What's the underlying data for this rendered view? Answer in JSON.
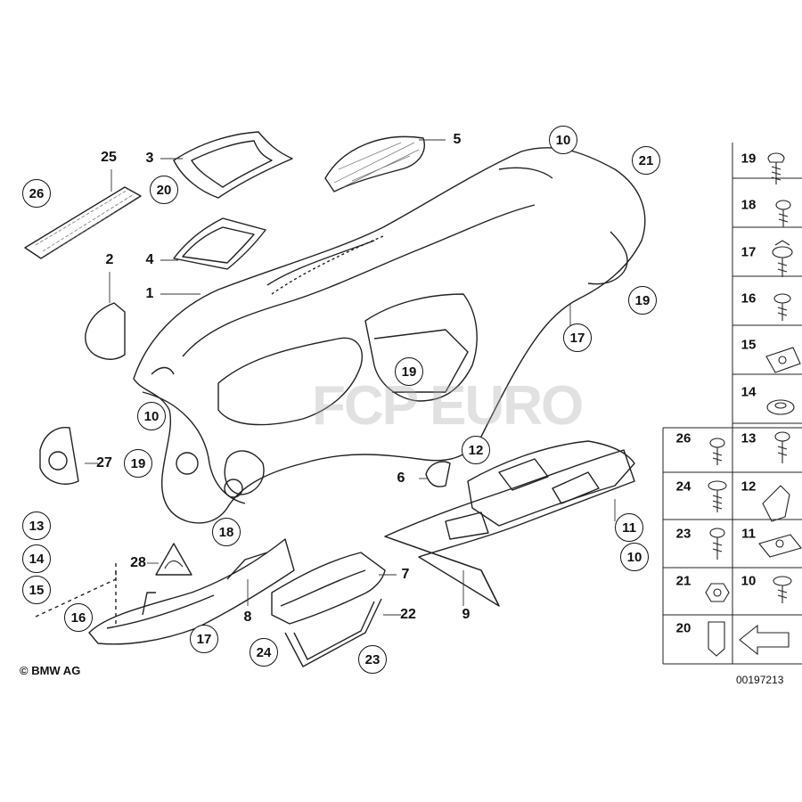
{
  "callouts": {
    "c1": "1",
    "c2": "2",
    "c3": "3",
    "c4": "4",
    "c5": "5",
    "c6": "6",
    "c7": "7",
    "c8": "8",
    "c9": "9",
    "c10a": "10",
    "c10b": "10",
    "c10c": "10",
    "c11": "11",
    "c12": "12",
    "c13": "13",
    "c14": "14",
    "c15": "15",
    "c16": "16",
    "c17a": "17",
    "c17b": "17",
    "c18": "18",
    "c19a": "19",
    "c19b": "19",
    "c19c": "19",
    "c20": "20",
    "c21": "21",
    "c22": "22",
    "c23": "23",
    "c24": "24",
    "c25": "25",
    "c26": "26",
    "c27": "27",
    "c28": "28"
  },
  "hardware_table": {
    "right_column": [
      "19",
      "18",
      "17",
      "16",
      "15",
      "14",
      "13",
      "12",
      "11",
      "10"
    ],
    "left_column": [
      "26",
      "24",
      "23",
      "21",
      "20"
    ]
  },
  "copyright": "© BMW AG",
  "diagram_id": "00197213",
  "watermark": "FCP EURO"
}
